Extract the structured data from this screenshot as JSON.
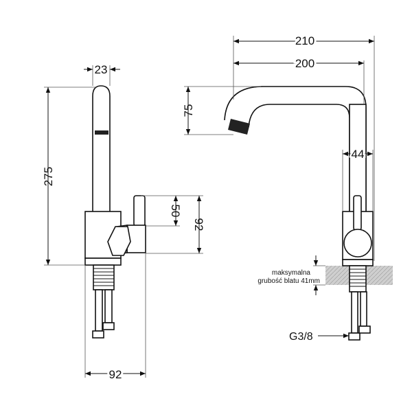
{
  "dimensions": {
    "side_top_width": "23",
    "side_height": "275",
    "side_lever_height": "50",
    "side_body_height": "92",
    "side_base_width": "92",
    "front_total_width": "210",
    "front_reach": "200",
    "front_spout_height": "75",
    "front_body_width": "44"
  },
  "annotations": {
    "countertop_line1": "maksymalna",
    "countertop_line2": "grubość blatu 41mm",
    "connection_thread": "G3/8"
  }
}
